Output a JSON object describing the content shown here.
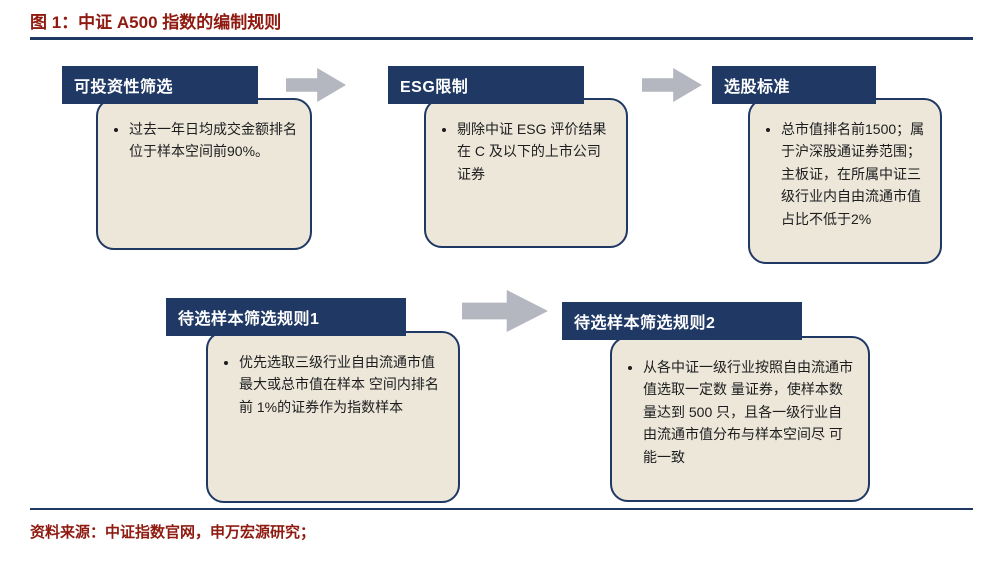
{
  "figure": {
    "title": "图 1：中证 A500 指数的编制规则",
    "source": "资料来源：中证指数官网，申万宏源研究；"
  },
  "flow": {
    "row1": [
      {
        "header": "可投资性筛选",
        "body": "过去一年日均成交金额排名位于样本空间前90%。"
      },
      {
        "header": "ESG限制",
        "body": "剔除中证 ESG 评价结果在 C 及以下的上市公司证券"
      },
      {
        "header": "选股标准",
        "body": "总市值排名前1500；属于沪深股通证券范围；主板证，在所属中证三级行业内自由流通市值占比不低于2%"
      }
    ],
    "row2": [
      {
        "header": "待选样本筛选规则1",
        "body": "优先选取三级行业自由流通市值最大或总市值在样本 空间内排名前 1%的证券作为指数样本"
      },
      {
        "header": "待选样本筛选规则2",
        "body": "从各中证一级行业按照自由流通市值选取一定数 量证券，使样本数量达到 500 只，且各一级行业自由流通市值分布与样本空间尽 可能一致"
      }
    ]
  },
  "icons": {
    "arrow": "arrow-right-icon"
  },
  "colors": {
    "navy": "#1f3864",
    "cream": "#ece7d9",
    "arrow": "#b4b6c0",
    "accent_red": "#8e1a10",
    "body_text": "#1d1d1f"
  }
}
